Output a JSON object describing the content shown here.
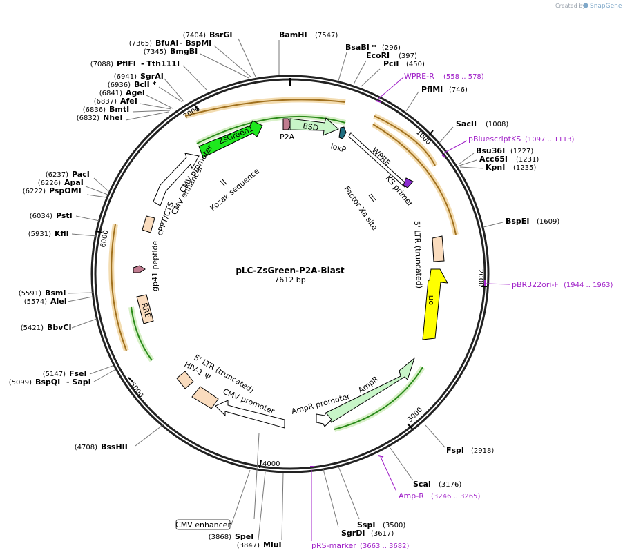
{
  "credit": {
    "prefix": "Created by",
    "brand": "SnapGene"
  },
  "map": {
    "name": "pLC-ZsGreen-P2A-Blast",
    "length": "7612 bp"
  },
  "ticks": [
    "1000",
    "2000",
    "3000",
    "4000",
    "5000",
    "6000",
    "7000"
  ],
  "enzymes": {
    "bsrgi": {
      "name": "BsrGI",
      "pos": "(7404)"
    },
    "bfuai": {
      "name": "BfuAI",
      "pos": "(7365)"
    },
    "bspmi": {
      "name": "- BspMI"
    },
    "bmgbi": {
      "name": "BmgBI",
      "pos": "(7345)"
    },
    "pflfi": {
      "name": "PflFI",
      "pos": "(7088)"
    },
    "tth111i": {
      "name": "- Tth111I"
    },
    "sgrai": {
      "name": "SgrAI",
      "pos": "(6941)"
    },
    "bcli": {
      "name": "BclI *",
      "pos": "(6936)"
    },
    "agei": {
      "name": "AgeI",
      "pos": "(6841)"
    },
    "afei": {
      "name": "AfeI",
      "pos": "(6837)"
    },
    "bmti": {
      "name": "BmtI",
      "pos": "(6836)"
    },
    "nhei": {
      "name": "NheI",
      "pos": "(6832)"
    },
    "paci": {
      "name": "PacI",
      "pos": "(6237)"
    },
    "apai": {
      "name": "ApaI",
      "pos": "(6226)"
    },
    "pspomi": {
      "name": "PspOMI",
      "pos": "(6222)"
    },
    "psti": {
      "name": "PstI",
      "pos": "(6034)"
    },
    "kfli": {
      "name": "KflI",
      "pos": "(5931)"
    },
    "bsmi": {
      "name": "BsmI",
      "pos": "(5591)"
    },
    "alei": {
      "name": "AleI",
      "pos": "(5574)"
    },
    "bbvci": {
      "name": "BbvCI",
      "pos": "(5421)"
    },
    "fsei": {
      "name": "FseI",
      "pos": "(5147)"
    },
    "bspqi": {
      "name": "BspQI",
      "pos": "(5099)"
    },
    "sapi": {
      "name": "- SapI"
    },
    "bsshii": {
      "name": "BssHII",
      "pos": "(4708)"
    },
    "bamhi": {
      "name": "BamHI",
      "pos": "(7547)"
    },
    "bsabi": {
      "name": "BsaBI *",
      "pos": "(296)"
    },
    "ecori": {
      "name": "EcoRI",
      "pos": "(397)"
    },
    "pcii": {
      "name": "PciI",
      "pos": "(450)"
    },
    "pflmi": {
      "name": "PflMI",
      "pos": "(746)"
    },
    "sacii": {
      "name": "SacII",
      "pos": "(1008)"
    },
    "bsu36i": {
      "name": "Bsu36I",
      "pos": "(1227)"
    },
    "acc65i": {
      "name": "Acc65I",
      "pos": "(1231)"
    },
    "kpni": {
      "name": "KpnI",
      "pos": "(1235)"
    },
    "bspei": {
      "name": "BspEI",
      "pos": "(1609)"
    },
    "fspi": {
      "name": "FspI",
      "pos": "(2918)"
    },
    "scai": {
      "name": "ScaI",
      "pos": "(3176)"
    },
    "sspi": {
      "name": "SspI",
      "pos": "(3500)"
    },
    "sgrdi": {
      "name": "SgrDI",
      "pos": "(3617)"
    },
    "spei": {
      "name": "SpeI",
      "pos": "(3868)"
    },
    "mlui": {
      "name": "MluI",
      "pos": "(3847)"
    }
  },
  "primers": {
    "wpre_r": {
      "name": "WPRE-R",
      "pos": "(558 .. 578)"
    },
    "pbluescriptks": {
      "name": "pBluescriptKS",
      "pos": "(1097 .. 1113)"
    },
    "pbr322ori_f": {
      "name": "pBR322ori-F",
      "pos": "(1944 .. 1963)"
    },
    "amp_r": {
      "name": "Amp-R",
      "pos": "(3246 .. 3265)"
    },
    "prs_marker": {
      "name": "pRS-marker",
      "pos": "(3663 .. 3682)"
    }
  },
  "features": {
    "zsgreen1": "ZsGreen1",
    "p2a": "P2A",
    "bsd": "BSD",
    "loxp": "loxP",
    "wpre": "WPRE",
    "ks_primer": "KS primer",
    "factor_xa": "Factor Xa site",
    "kozak": "Kozak sequence",
    "cmv_promoter_top": "CMV promoter",
    "cmv_enhancer_top": "CMV enhancer",
    "cppt": "cPPT/CTS",
    "gp41": "gp41 peptide",
    "rre": "RRE",
    "ltr3": "5' LTR (truncated)",
    "ori": "ori",
    "ampr": "AmpR",
    "ampr_promoter": "AmpR promoter",
    "ltr5": "5' LTR (truncated)",
    "hiv_psi": "HIV-1 Ψ",
    "cmv_promoter_bottom": "CMV promoter",
    "cmv_enhancer_box": "CMV enhancer"
  },
  "colors": {
    "zsgreen": "#1ee81e",
    "bsd": "#c8f5c8",
    "p2a": "#c07c90",
    "loxp": "#1f6e80",
    "ori": "#ffff00",
    "ltr": "#fadcbe",
    "ampr": "#c8f5c8",
    "primer": "#a020c8",
    "orf_orange": "#e8b25a",
    "orf_green": "#8fd27a"
  }
}
